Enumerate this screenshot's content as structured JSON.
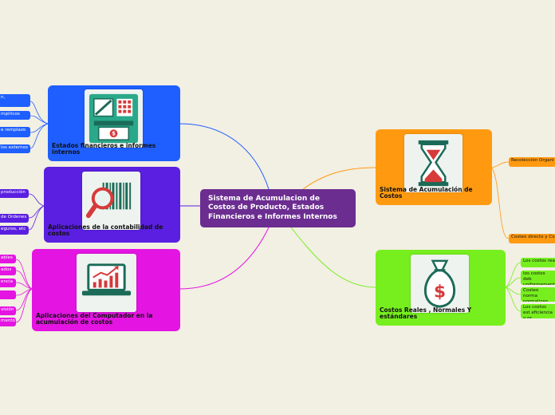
{
  "colors": {
    "background": "#f2efe3",
    "center": "#6b2d90",
    "blue": "#1f5fff",
    "purple": "#5a1fe0",
    "magenta": "#e414e2",
    "orange": "#ff9a10",
    "green": "#77ef1e"
  },
  "center": {
    "title": "Sistema de Acumulacion de Costos de Producto, Estados Financieros e Informes Internos"
  },
  "branches": {
    "estados": {
      "title": "Estados financieros e informes internos",
      "icon": "bank-atm-icon",
      "leaves": [
        "n,",
        "mpíricos",
        "e remplazo",
        "los externos"
      ]
    },
    "contabilidad": {
      "title": "Aplicaciones de la contabilidad de costos",
      "icon": "barcode-magnifier-icon",
      "leaves": [
        "producción",
        "de Ordenes",
        "eguros, etc"
      ]
    },
    "computador": {
      "title": "Aplicaciones del Computador en la acumulación de costos",
      "icon": "laptop-chart-icon",
      "leaves": [
        "ables",
        "ados",
        "encia",
        "",
        "visión",
        "mento"
      ]
    },
    "sistema": {
      "title": "Sistema de Acumulación de Costos",
      "icon": "hourglass-icon",
      "leaves": [
        "Recolección Organi",
        "Costeo directo y Co"
      ]
    },
    "reales": {
      "title": "Costos Reales , Normales Y estándares",
      "icon": "money-bag-icon",
      "leaves": [
        "Los costos rea",
        "los costos deb uniformement",
        "Costeo norma normalizan en",
        "Los costos est eficiencia y pr"
      ]
    }
  }
}
